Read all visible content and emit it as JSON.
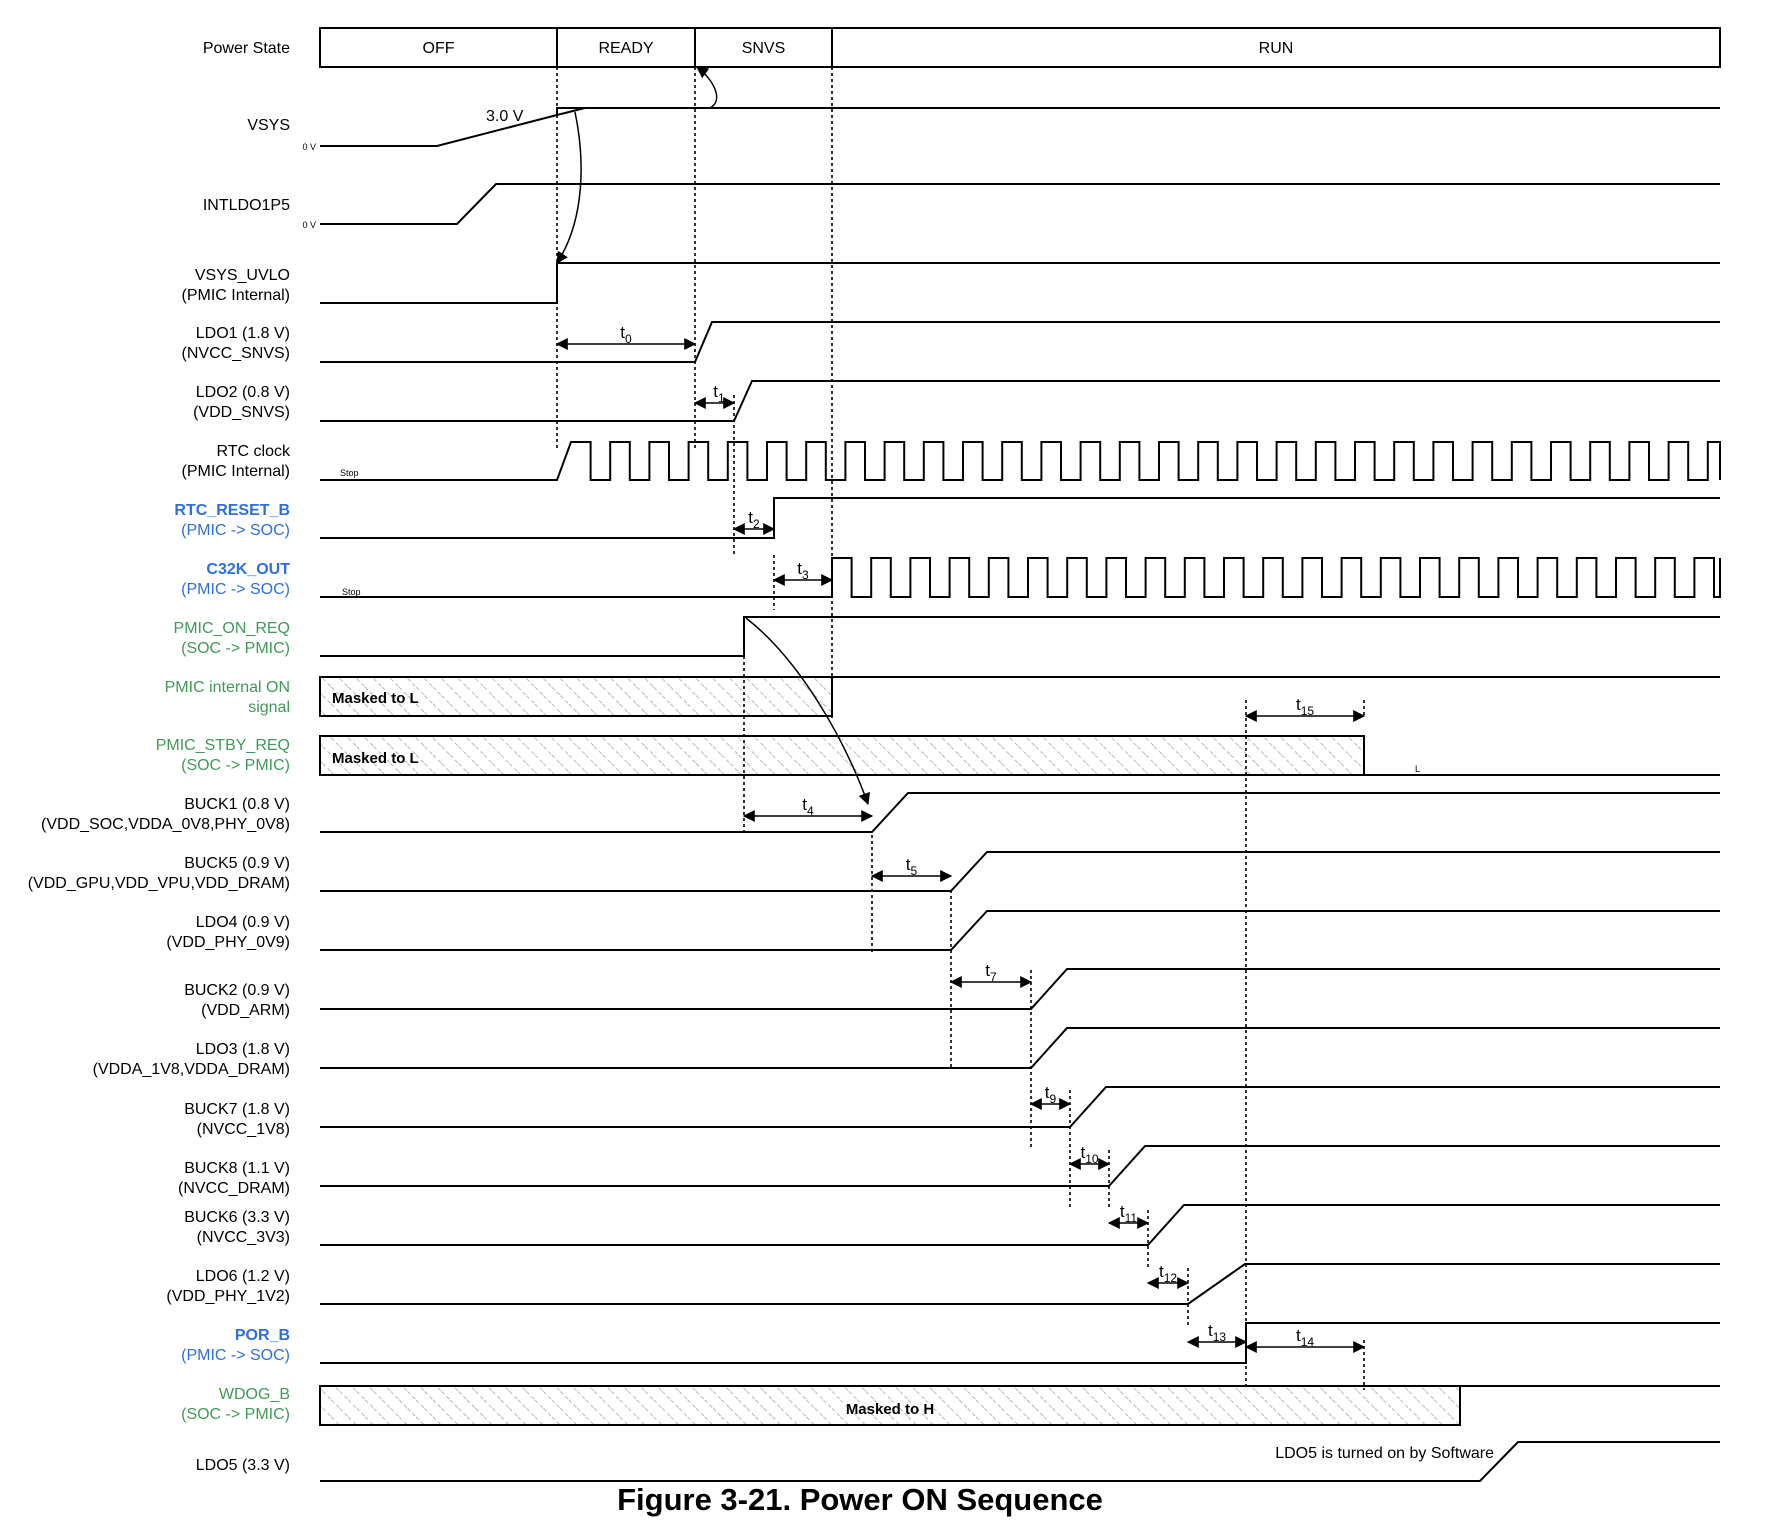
{
  "colors": {
    "black": "#000000",
    "blue": "#2f6fd6",
    "green": "#3f9a56"
  },
  "power_state": {
    "label": "Power State",
    "states": [
      "OFF",
      "READY",
      "SNVS",
      "RUN"
    ]
  },
  "signals": [
    {
      "id": "vsys",
      "lines": [
        "VSYS"
      ],
      "color": "black"
    },
    {
      "id": "intldo1p5",
      "lines": [
        "INTLDO1P5"
      ],
      "color": "black"
    },
    {
      "id": "vsys_uvlo",
      "lines": [
        "VSYS_UVLO",
        "(PMIC Internal)"
      ],
      "color": "black"
    },
    {
      "id": "ldo1",
      "lines": [
        "LDO1 (1.8 V)",
        "(NVCC_SNVS)"
      ],
      "color": "black"
    },
    {
      "id": "ldo2",
      "lines": [
        "LDO2 (0.8 V)",
        "(VDD_SNVS)"
      ],
      "color": "black"
    },
    {
      "id": "rtc_clock",
      "lines": [
        "RTC clock",
        "(PMIC Internal)"
      ],
      "color": "black"
    },
    {
      "id": "rtc_reset_b",
      "lines": [
        "RTC_RESET_B",
        "(PMIC -> SOC)"
      ],
      "color": "blue"
    },
    {
      "id": "c32k_out",
      "lines": [
        "C32K_OUT",
        "(PMIC -> SOC)"
      ],
      "color": "blue"
    },
    {
      "id": "pmic_on_req",
      "lines": [
        "PMIC_ON_REQ",
        "(SOC -> PMIC)"
      ],
      "color": "green"
    },
    {
      "id": "pmic_internal_on",
      "lines": [
        "PMIC internal ON",
        "signal"
      ],
      "color": "green"
    },
    {
      "id": "pmic_stby_req",
      "lines": [
        "PMIC_STBY_REQ",
        "(SOC -> PMIC)"
      ],
      "color": "green"
    },
    {
      "id": "buck1",
      "lines": [
        "BUCK1 (0.8 V)",
        "(VDD_SOC,VDDA_0V8,PHY_0V8)"
      ],
      "color": "black"
    },
    {
      "id": "buck5",
      "lines": [
        "BUCK5 (0.9 V)",
        "(VDD_GPU,VDD_VPU,VDD_DRAM)"
      ],
      "color": "black"
    },
    {
      "id": "ldo4",
      "lines": [
        "LDO4 (0.9 V)",
        "(VDD_PHY_0V9)"
      ],
      "color": "black"
    },
    {
      "id": "buck2",
      "lines": [
        "BUCK2 (0.9 V)",
        "(VDD_ARM)"
      ],
      "color": "black"
    },
    {
      "id": "ldo3",
      "lines": [
        "LDO3 (1.8 V)",
        "(VDDA_1V8,VDDA_DRAM)"
      ],
      "color": "black"
    },
    {
      "id": "buck7",
      "lines": [
        "BUCK7 (1.8 V)",
        "(NVCC_1V8)"
      ],
      "color": "black"
    },
    {
      "id": "buck8",
      "lines": [
        "BUCK8 (1.1 V)",
        "(NVCC_DRAM)"
      ],
      "color": "black"
    },
    {
      "id": "buck6",
      "lines": [
        "BUCK6 (3.3 V)",
        "(NVCC_3V3)"
      ],
      "color": "black"
    },
    {
      "id": "ldo6",
      "lines": [
        "LDO6 (1.2 V)",
        "(VDD_PHY_1V2)"
      ],
      "color": "black"
    },
    {
      "id": "por_b",
      "lines": [
        "POR_B",
        "(PMIC -> SOC)"
      ],
      "color": "blue"
    },
    {
      "id": "wdog_b",
      "lines": [
        "WDOG_B",
        "(SOC -> PMIC)"
      ],
      "color": "green"
    },
    {
      "id": "ldo5",
      "lines": [
        "LDO5 (3.3 V)"
      ],
      "color": "black"
    }
  ],
  "annotations": {
    "vsys_threshold": "3.0 V",
    "zero_v": "0 V",
    "stop": "Stop",
    "masked_to_l": "Masked to L",
    "masked_to_h": "Masked to H",
    "stby_low": "L",
    "ldo5_note": "LDO5 is turned on by Software"
  },
  "timings": [
    {
      "base": "t",
      "sub": "0"
    },
    {
      "base": "t",
      "sub": "1"
    },
    {
      "base": "t",
      "sub": "2"
    },
    {
      "base": "t",
      "sub": "3"
    },
    {
      "base": "t",
      "sub": "4"
    },
    {
      "base": "t",
      "sub": "5"
    },
    {
      "base": "t",
      "sub": "7"
    },
    {
      "base": "t",
      "sub": "9"
    },
    {
      "base": "t",
      "sub": "10"
    },
    {
      "base": "t",
      "sub": "11"
    },
    {
      "base": "t",
      "sub": "12"
    },
    {
      "base": "t",
      "sub": "13"
    },
    {
      "base": "t",
      "sub": "14"
    },
    {
      "base": "t",
      "sub": "15"
    }
  ],
  "caption": "Figure 3-21. Power ON Sequence"
}
